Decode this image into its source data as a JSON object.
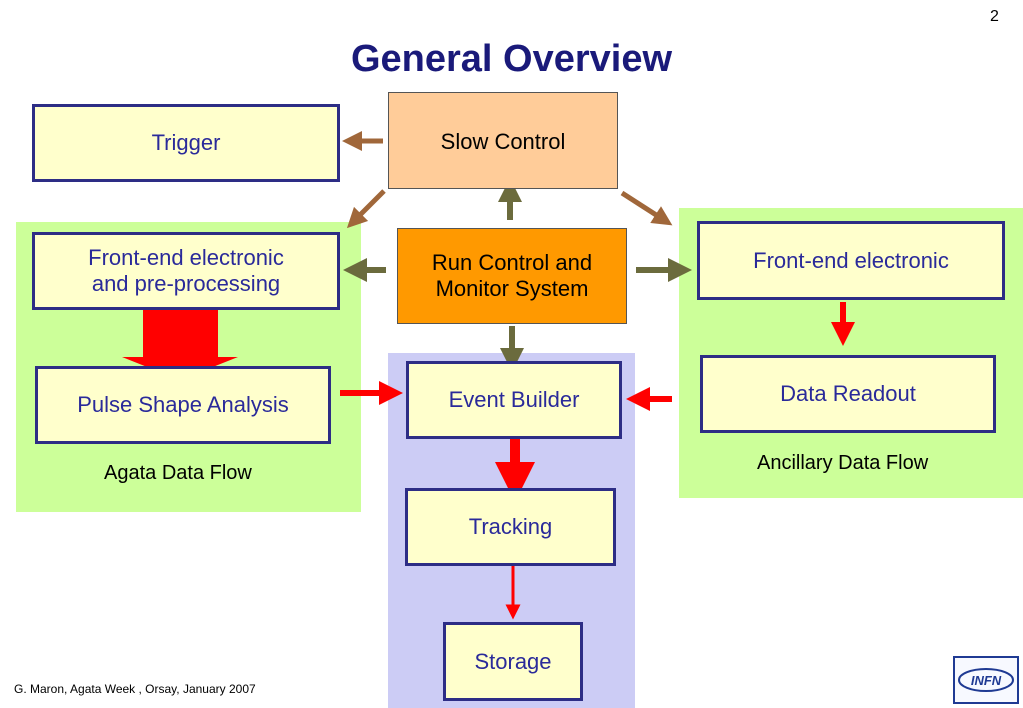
{
  "slide": {
    "number": "2",
    "title": "General Overview",
    "footer": "G. Maron, Agata Week , Orsay, January  2007"
  },
  "boxes": {
    "trigger": "Trigger",
    "slow_control": "Slow Control",
    "run_control": "Run Control and Monitor System",
    "frontend_agata": "Front-end electronic and pre-processing",
    "frontend_ancillary": "Front-end electronic",
    "pulse_shape": "Pulse Shape Analysis",
    "event_builder": "Event Builder",
    "data_readout": "Data Readout",
    "tracking": "Tracking",
    "storage": "Storage"
  },
  "captions": {
    "agata_flow": "Agata Data Flow",
    "ancillary_flow": "Ancillary Data Flow"
  },
  "logo": {
    "text": "INFN"
  },
  "colors": {
    "title": "#1a1a7a",
    "region_green": "#ccff99",
    "region_lavender": "#ccccf5",
    "box_fill": "#ffffcc",
    "box_border": "#2d2d85",
    "slow_control_fill": "#ffcc99",
    "run_control_fill": "#ff9900",
    "control_arrow": "#a0673a",
    "monitor_arrow": "#6b6b3d",
    "data_arrow": "#ff0000"
  }
}
